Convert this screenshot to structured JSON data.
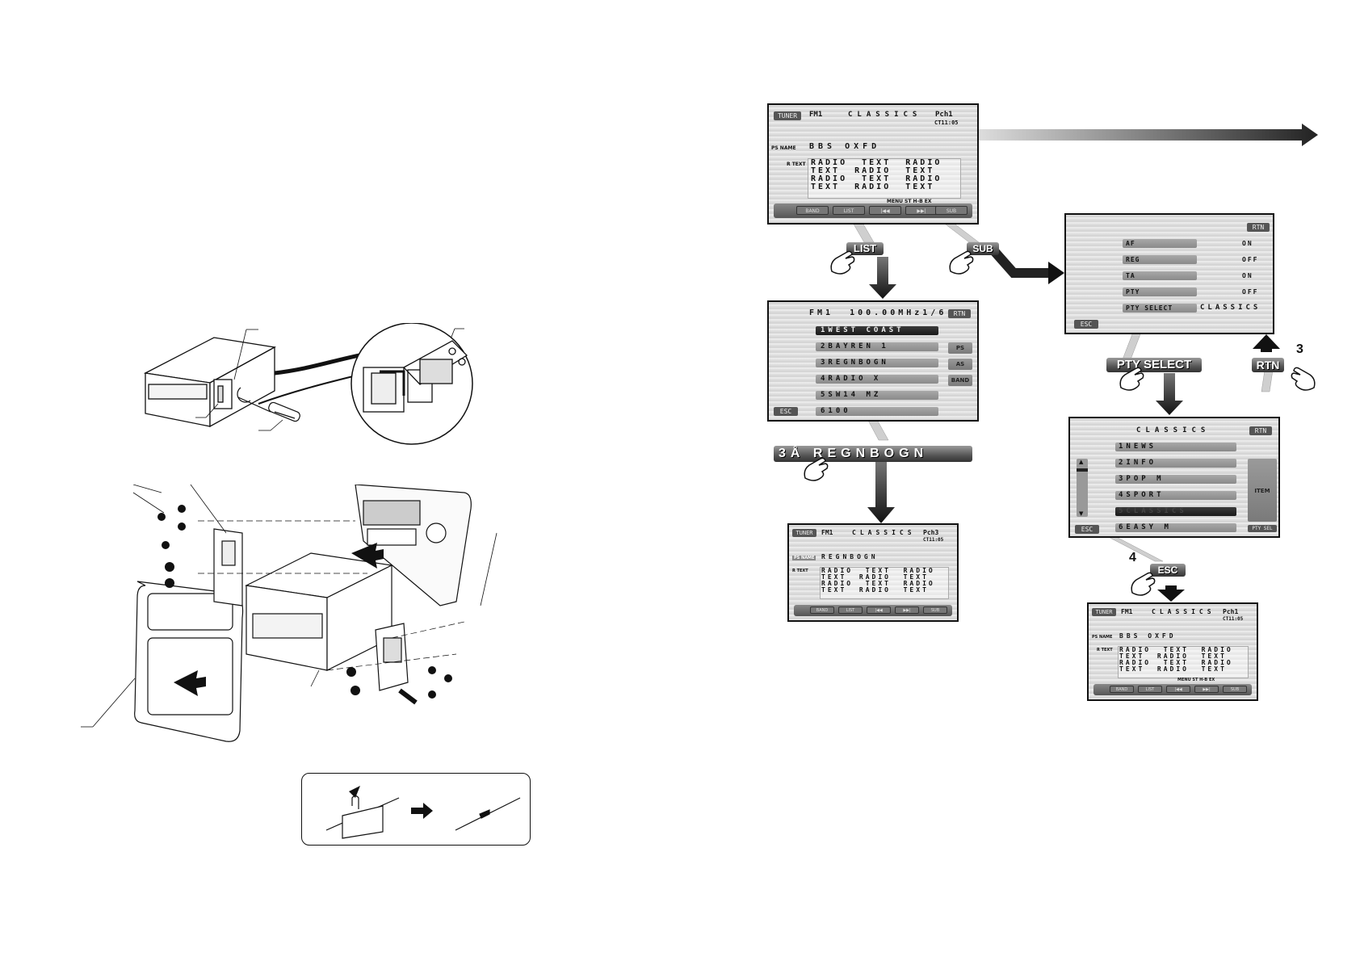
{
  "screen_main": {
    "source_tag": "TUNER",
    "band": "FM1",
    "pty_label": "CLASSICS",
    "preset": "Pch1",
    "clock": "CT11:05",
    "ps_label": "PS NAME",
    "ps_name": "BBS OXFD",
    "rt_label": "R TEXT",
    "rt_lines": [
      "RADIO  TEXT  RADIO",
      "TEXT  RADIO  TEXT",
      "RADIO  TEXT  RADIO",
      "TEXT  RADIO  TEXT"
    ],
    "status_line": "MENU  ST  H-B EX",
    "buttons": [
      "BAND",
      "LIST",
      "|◀◀",
      "▶▶|",
      "SUB"
    ]
  },
  "screen_list": {
    "header": "FM1  100.00MHz1/6",
    "rtn": "RTN",
    "stations": [
      "1WEST COAST",
      "2BAYREN 1",
      "3REGNBOGN",
      "4RADIO X",
      "5SW14 MZ",
      "6100"
    ],
    "side_buttons": [
      "PS",
      "AS",
      "BAND"
    ],
    "esc": "ESC"
  },
  "screen_result": {
    "source_tag": "TUNER",
    "band": "FM1",
    "pty_label": "CLASSICS",
    "preset": "Pch3",
    "clock": "CT11:05",
    "ps_label": "PS NAME",
    "ps_name": "REGNBOGN",
    "rt_label": "R TEXT",
    "rt_lines": [
      "RADIO  TEXT  RADIO",
      "TEXT  RADIO  TEXT",
      "RADIO  TEXT  RADIO",
      "TEXT  RADIO  TEXT"
    ],
    "buttons": [
      "BAND",
      "LIST",
      "|◀◀",
      "▶▶|",
      "SUB"
    ]
  },
  "screen_sub": {
    "rtn": "RTN",
    "items": [
      {
        "label": "AF",
        "value": "ON"
      },
      {
        "label": "REG",
        "value": "OFF"
      },
      {
        "label": "TA",
        "value": "ON"
      },
      {
        "label": "PTY",
        "value": "OFF"
      },
      {
        "label": "PTY SELECT",
        "value": "CLASSICS"
      }
    ],
    "esc": "ESC"
  },
  "screen_pty": {
    "title": "CLASSICS",
    "rtn": "RTN",
    "items": [
      "1NEWS",
      "2INFO",
      "3POP M",
      "4SPORT",
      "5CLASSICS",
      "6EASY M"
    ],
    "item_button": "ITEM",
    "pty_sel_button": "PTY SEL",
    "esc": "ESC"
  },
  "screen_final": {
    "source_tag": "TUNER",
    "band": "FM1",
    "pty_label": "CLASSICS",
    "preset": "Pch1",
    "clock": "CT11:05",
    "ps_label": "PS NAME",
    "ps_name": "BBS OXFD",
    "rt_label": "R TEXT",
    "rt_lines": [
      "RADIO  TEXT  RADIO",
      "TEXT  RADIO  TEXT",
      "RADIO  TEXT  RADIO",
      "TEXT  RADIO  TEXT"
    ],
    "status_line": "MENU  ST  H-B EX",
    "buttons": [
      "BAND",
      "LIST",
      "|◀◀",
      "▶▶|",
      "SUB"
    ]
  },
  "callouts": {
    "list": "LIST",
    "sub": "SUB",
    "station_pick": "3Å REGNBOGN",
    "pty_select": "PTY SELECT",
    "rtn": "RTN",
    "esc": "ESC",
    "step3": "3",
    "step4": "4"
  },
  "colors": {
    "label_dark": "#333333",
    "screen_bg": "#dadada",
    "arrow": "#1a1a1a"
  }
}
